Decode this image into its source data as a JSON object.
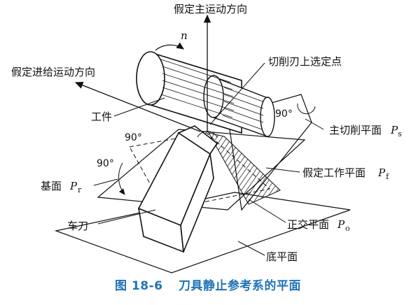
{
  "labels": {
    "main_motion": "假定主运动方向",
    "feed_motion": "假定进给运动方向",
    "workpiece": "工件",
    "selected_point": "切削刃上选定点",
    "main_cutting_plane": "主切削平面",
    "main_cutting_sym": "P",
    "main_cutting_sub": "s",
    "working_plane": "假定工作平面",
    "working_sym": "P",
    "working_sub": "f",
    "base_plane": "基面",
    "base_sym": "P",
    "base_sub": "r",
    "tool": "车刀",
    "orthogonal_plane": "正交平面",
    "orthogonal_sym": "P",
    "orthogonal_sub": "o",
    "bottom_plane": "底平面",
    "n": "n",
    "angle_top": "90°",
    "angle_right": "90°",
    "angle_left": "90°"
  },
  "caption": {
    "number": "图 18-6",
    "title": "刀具静止参考系的平面"
  }
}
